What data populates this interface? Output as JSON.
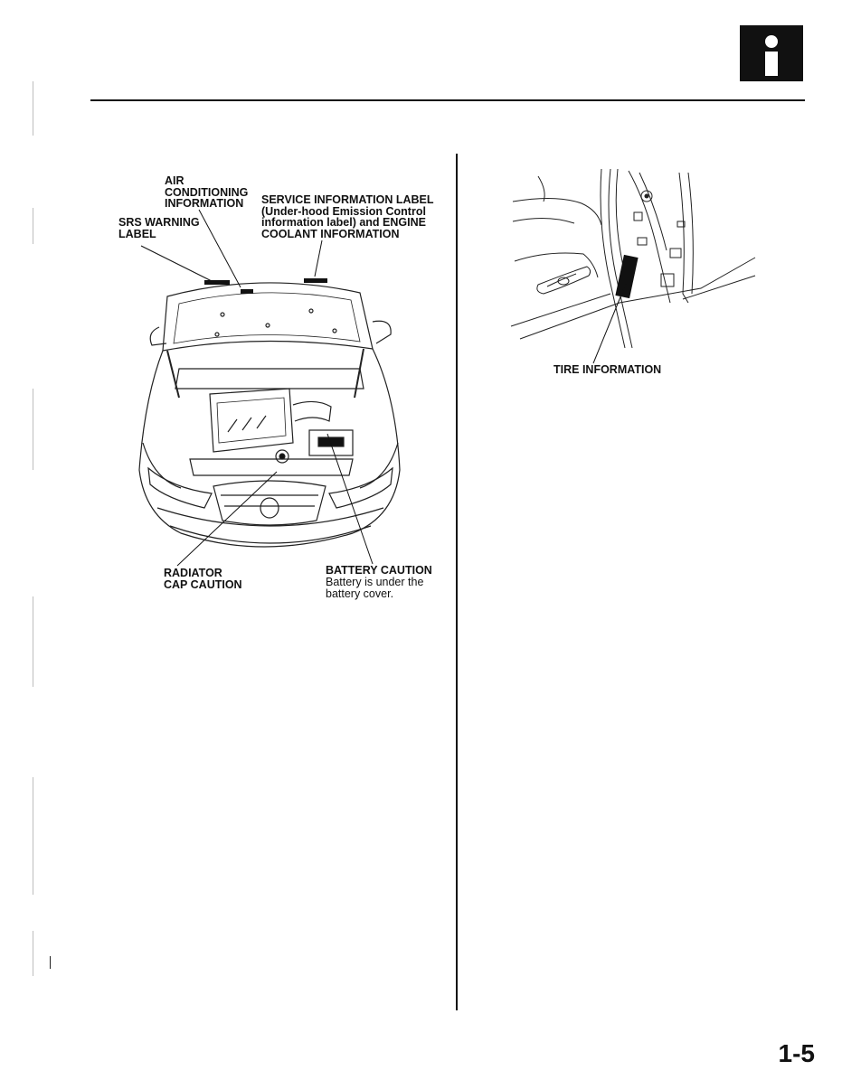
{
  "left_diagram": {
    "label_air_conditioning": [
      "AIR",
      "CONDITIONING",
      "INFORMATION"
    ],
    "label_service_information": [
      "SERVICE INFORMATION LABEL",
      "(Under-hood Emission Control",
      "information label) and ENGINE",
      "COOLANT INFORMATION"
    ],
    "label_srs_warning": [
      "SRS WARNING",
      "LABEL"
    ],
    "label_radiator": [
      "RADIATOR",
      "CAP CAUTION"
    ],
    "label_battery_title": "BATTERY CAUTION",
    "label_battery_note": [
      "Battery is under the",
      "battery cover."
    ]
  },
  "right_diagram": {
    "label_tire_information": "TIRE INFORMATION"
  },
  "page": {
    "number": "1-5"
  }
}
